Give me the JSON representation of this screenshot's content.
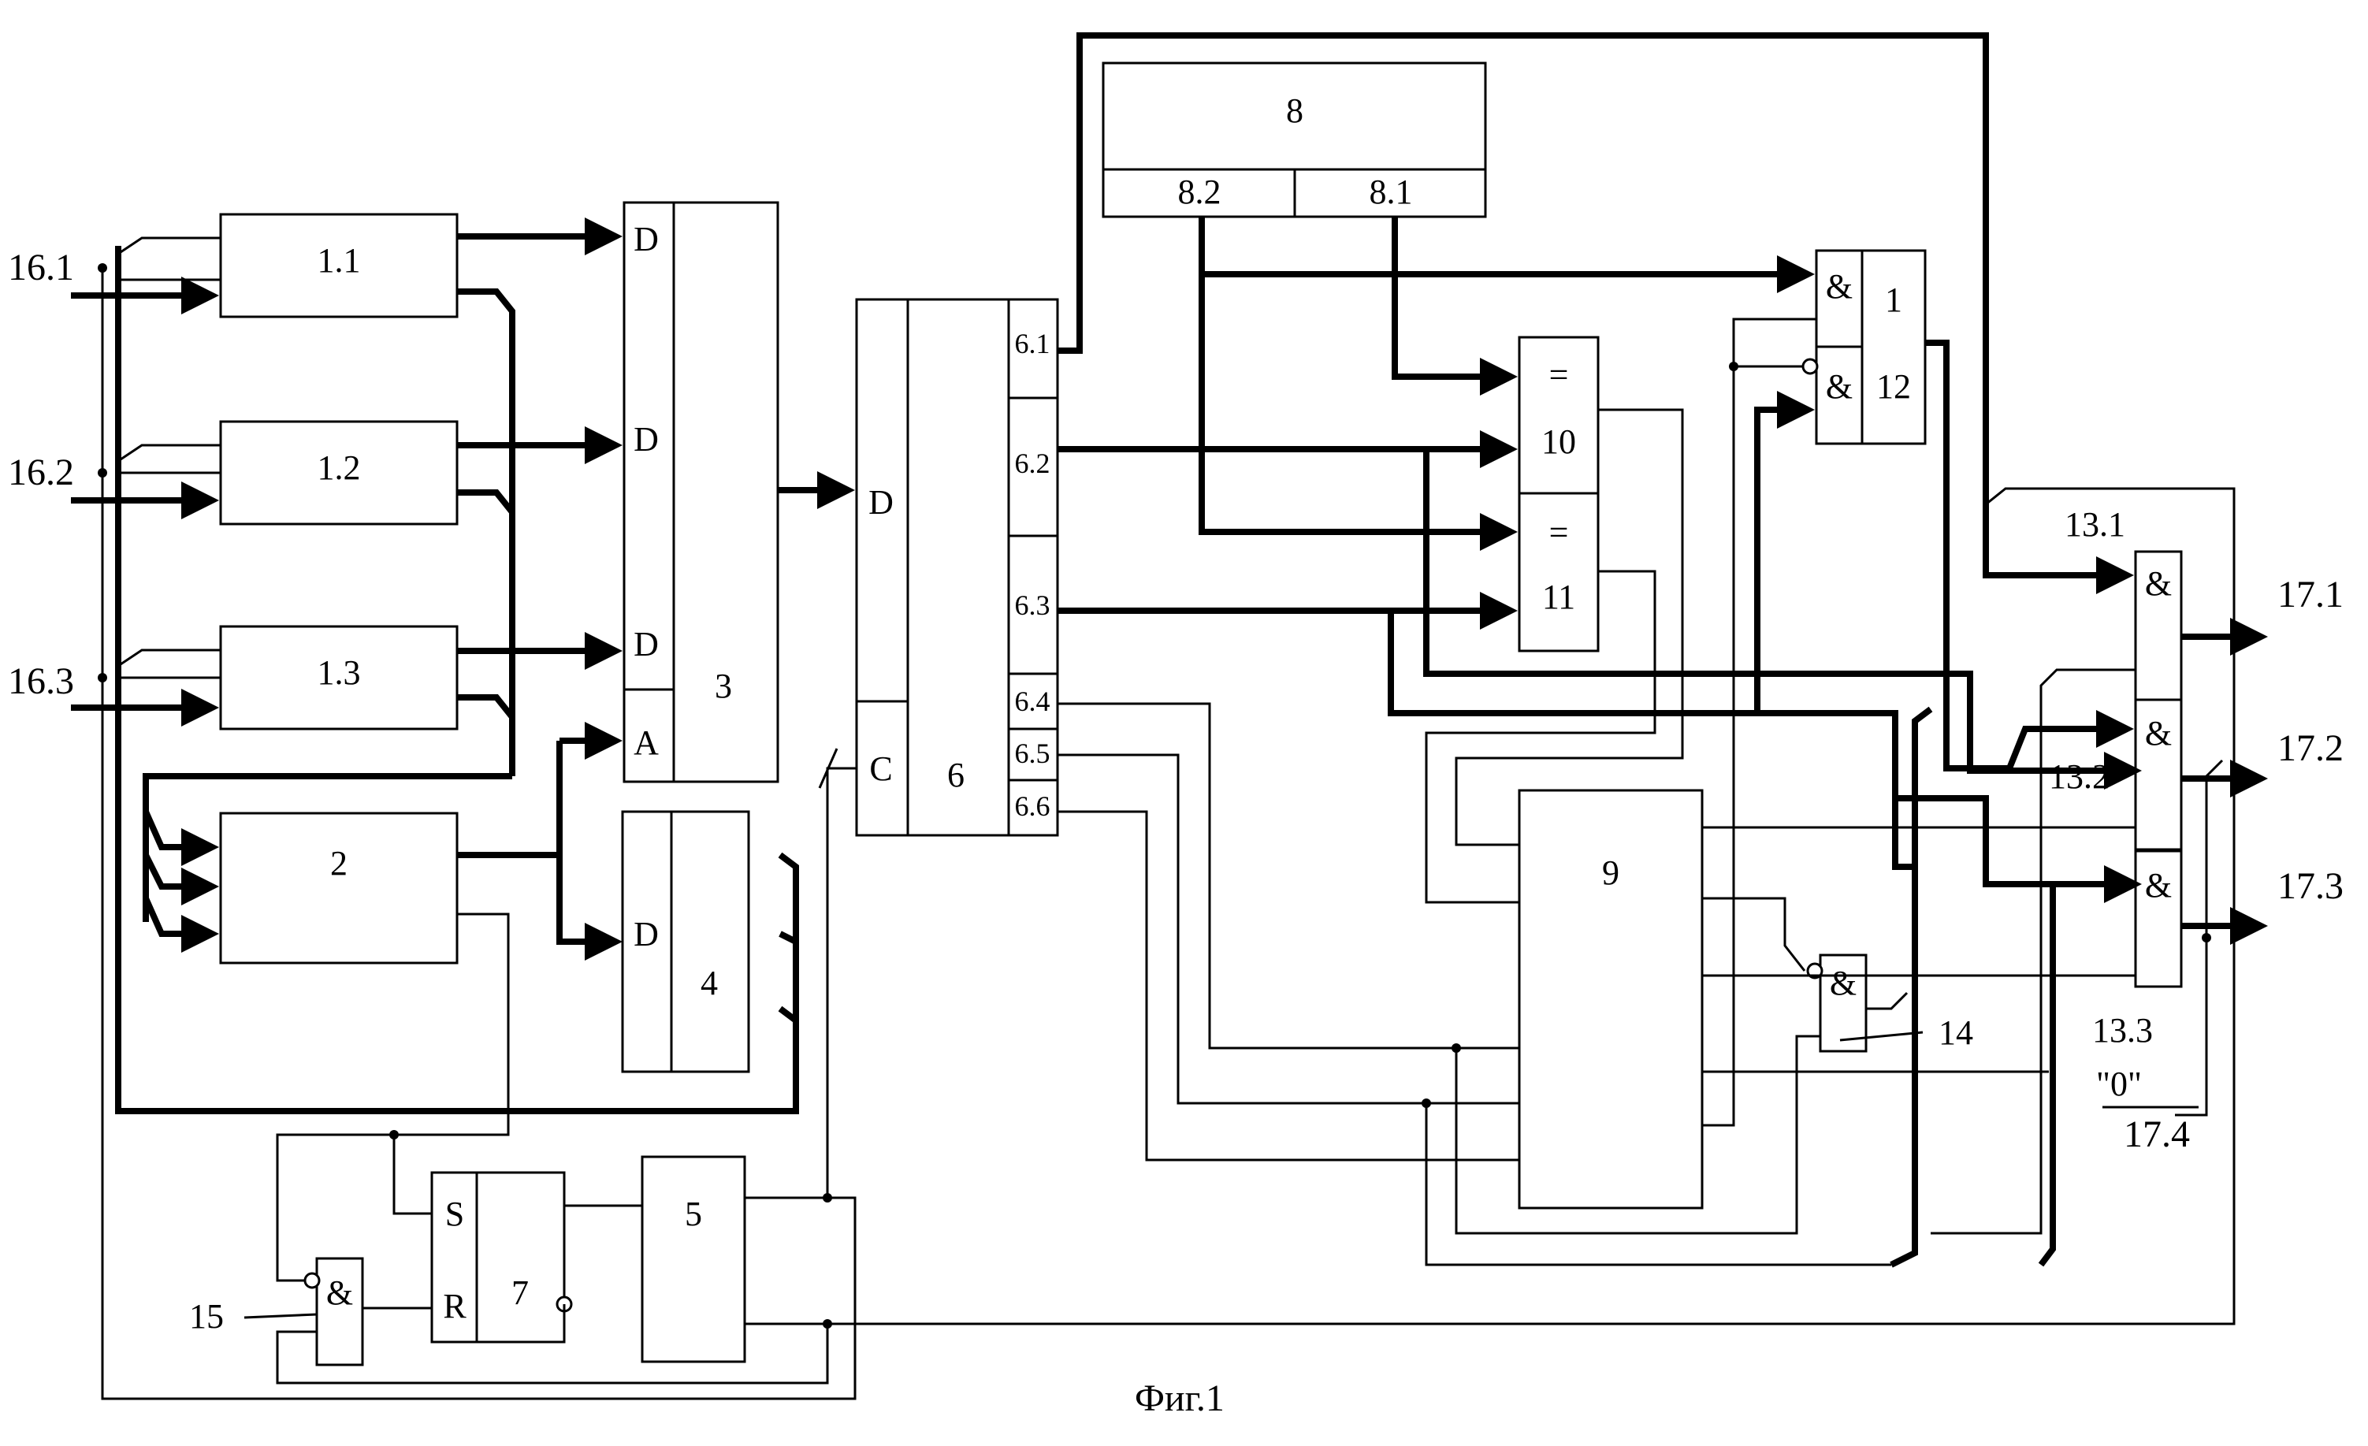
{
  "caption": "Фиг.1",
  "inputs": {
    "in_16_1": "16.1",
    "in_16_2": "16.2",
    "in_16_3": "16.3"
  },
  "outputs": {
    "out_17_1": "17.1",
    "out_17_2": "17.2",
    "out_17_3": "17.3",
    "out_17_4": "17.4",
    "zero": "\"0\""
  },
  "blocks": {
    "b1_1": "1.1",
    "b1_2": "1.2",
    "b1_3": "1.3",
    "b2": "2",
    "b3": "3",
    "b4": "4",
    "b5": "5",
    "b6": "6",
    "b7": "7",
    "b8": "8",
    "b8_2": "8.2",
    "b8_1": "8.1",
    "b9": "9",
    "b10": "10",
    "b11": "11",
    "b12_1": "1",
    "b12_2": "12",
    "b13_1": "13.1",
    "b13_2": "13.2",
    "b13_3": "13.3",
    "b14": "14",
    "b15": "15"
  },
  "pins": {
    "d": "D",
    "a": "A",
    "c": "C",
    "s": "S",
    "r": "R",
    "eq": "=",
    "and": "&",
    "p6_1": "6.1",
    "p6_2": "6.2",
    "p6_3": "6.3",
    "p6_4": "6.4",
    "p6_5": "6.5",
    "p6_6": "6.6"
  }
}
